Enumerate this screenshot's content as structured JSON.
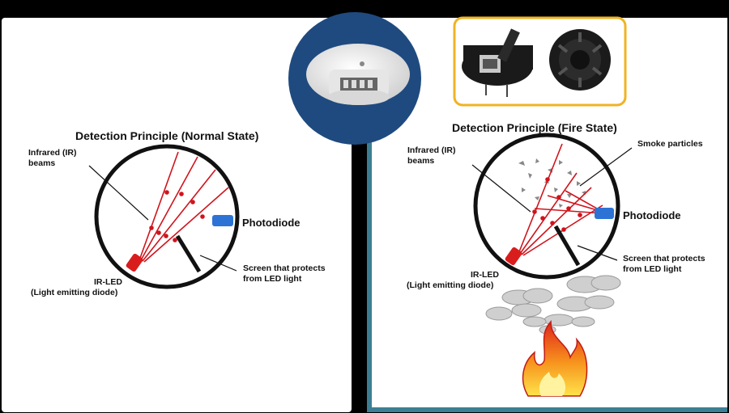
{
  "normal": {
    "title": "Detection Principle (Normal State)",
    "ir_beams_line1": "Infrared (IR)",
    "ir_beams_line2": "beams",
    "photodiode": "Photodiode",
    "ir_led_line1": "IR-LED",
    "ir_led_line2": "(Light emitting diode)",
    "screen_line1": "Screen that protects",
    "screen_line2": "from LED light"
  },
  "fire": {
    "title": "Detection Principle (Fire State)",
    "ir_beams_line1": "Infrared (IR)",
    "ir_beams_line2": "beams",
    "smoke_particles": "Smoke particles",
    "photodiode": "Photodiode",
    "ir_led_line1": "IR-LED",
    "ir_led_line2": "(Light emitting diode)",
    "screen_line1": "Screen that protects",
    "screen_line2": "from LED light"
  },
  "colors": {
    "beam": "#d0141c",
    "led": "#d91d1d",
    "photodiode": "#2d73d6",
    "detector_circle": "#1f4a7f",
    "photo_frame": "#f0b323",
    "teal_frame": "#3c7f94"
  }
}
